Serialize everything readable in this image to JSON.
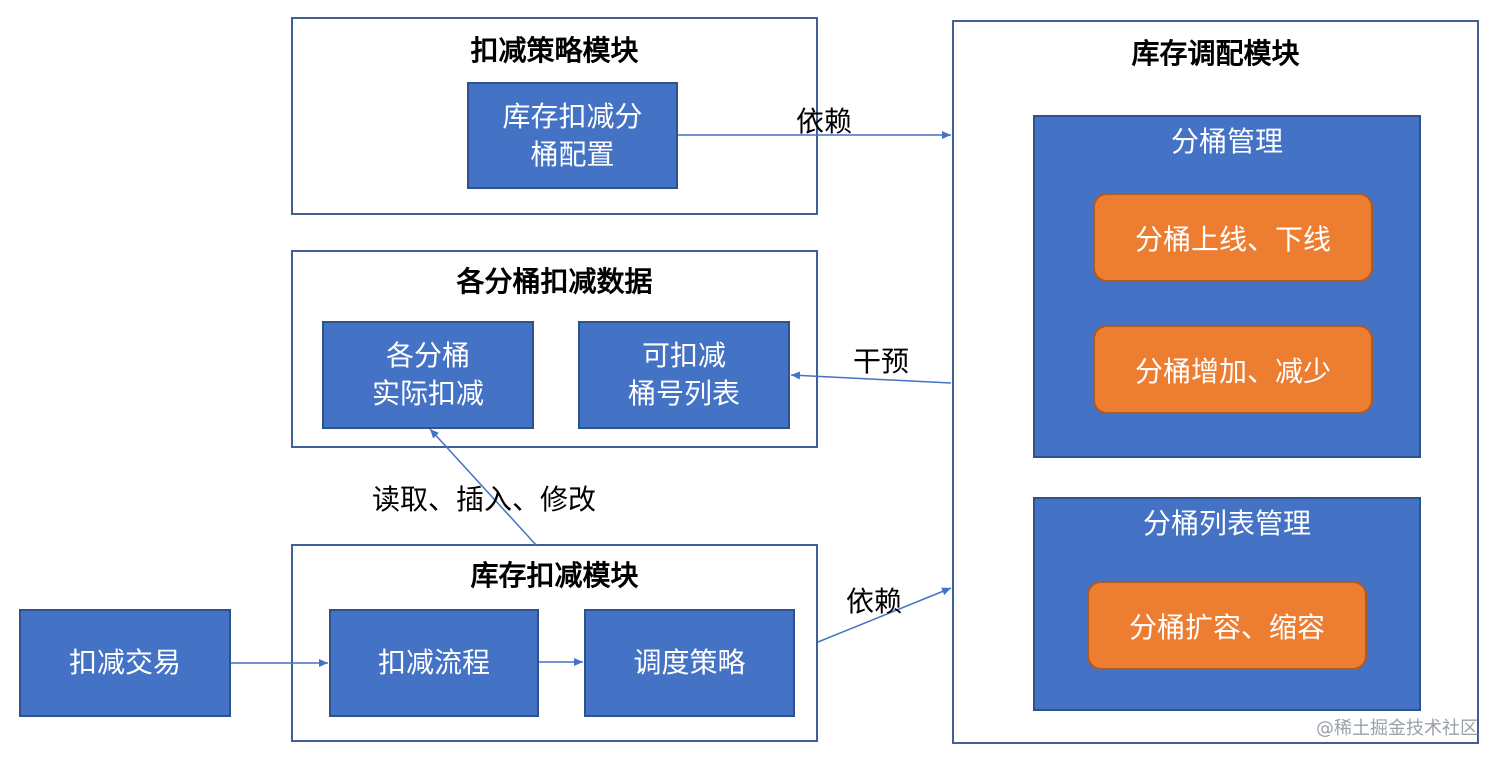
{
  "strategy_module": {
    "title": "扣减策略模块",
    "config_box": [
      "库存扣减分",
      "桶配置"
    ]
  },
  "bucket_data": {
    "title": "各分桶扣减数据",
    "actual_box": [
      "各分桶",
      "实际扣减"
    ],
    "list_box": [
      "可扣减",
      "桶号列表"
    ]
  },
  "deduct_module": {
    "title": "库存扣减模块",
    "flow_box": "扣减流程",
    "policy_box": "调度策略"
  },
  "trade_box": "扣减交易",
  "dispatch_module": {
    "title": "库存调配模块",
    "bucket_mgmt": {
      "title": "分桶管理",
      "items": [
        "分桶上线、下线",
        "分桶增加、减少"
      ]
    },
    "list_mgmt": {
      "title": "分桶列表管理",
      "items": [
        "分桶扩容、缩容"
      ]
    }
  },
  "edge_labels": {
    "depend_top": "依赖",
    "intervene": "干预",
    "rw": "读取、插入、修改",
    "depend_bottom": "依赖"
  },
  "watermark": "@稀土掘金技术社区",
  "colors": {
    "blue": "#4472c4",
    "orange": "#ed7d31",
    "frame": "#3f5f96",
    "arrow": "#4472c4"
  }
}
